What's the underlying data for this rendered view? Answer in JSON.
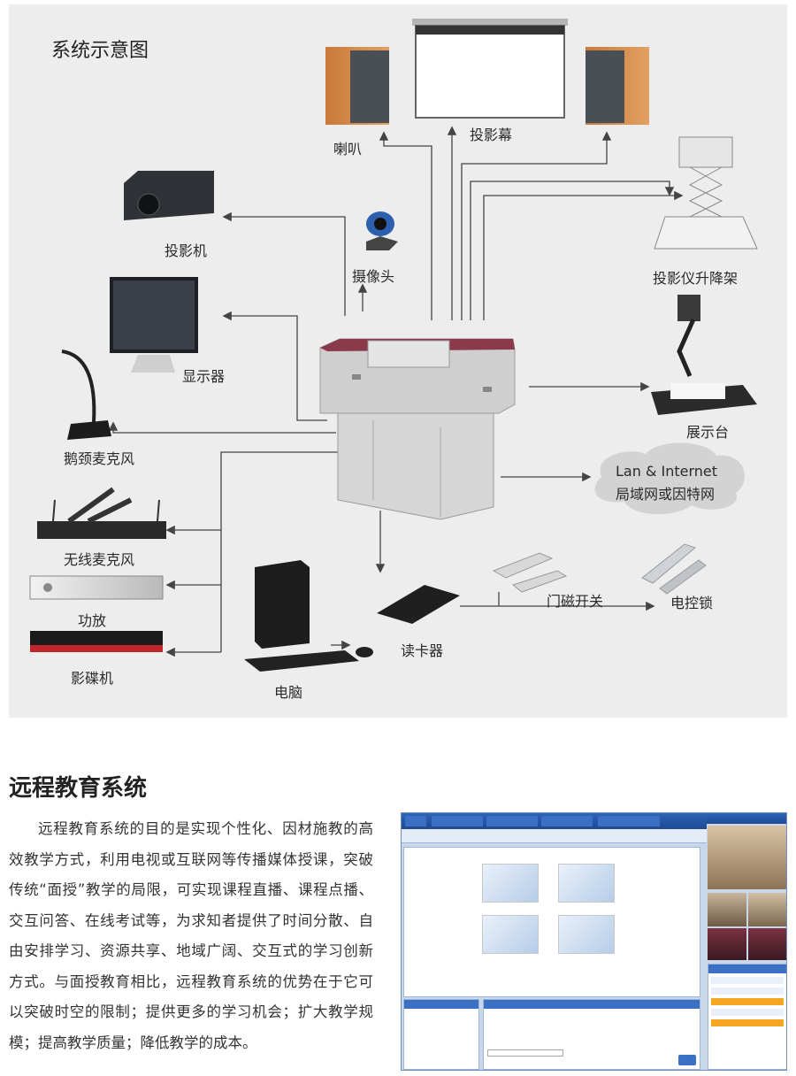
{
  "diagram": {
    "title": "系统示意图",
    "nodes": {
      "speaker": "喇叭",
      "screen": "投影幕",
      "projector": "投影机",
      "camera": "摄像头",
      "lift": "投影仪升降架",
      "monitor": "显示器",
      "visualizer": "展示台",
      "gooseneck_mic": "鹅颈麦克风",
      "network_line1": "Lan & Internet",
      "network_line2": "局域网或因特网",
      "wireless_mic": "无线麦克风",
      "amplifier": "功放",
      "dvd": "影碟机",
      "computer": "电脑",
      "card_reader": "读卡器",
      "door_switch": "门磁开关",
      "lock": "电控锁"
    }
  },
  "section": {
    "title": "远程教育系统",
    "body": "远程教育系统的目的是实现个性化、因材施教的高效教学方式，利用电视或互联网等传播媒体授课，突破传统“面授”教学的局限，可实现课程直播、课程点播、交互问答、在线考试等，为求知者提供了时间分散、自由安排学习、资源共享、地域广阔、交互式的学习创新方式。与面授教育相比，远程教育系统的优势在于它可以突破时空的限制；提供更多的学习机会；扩大教学规模；提高教学质量；降低教学的成本。"
  },
  "colors": {
    "panel_bg": "#ededed",
    "arrow": "#444444",
    "podium": "#c9c9c9",
    "podium_trim": "#8a3a4a",
    "cloud": "#d3d3d3"
  }
}
